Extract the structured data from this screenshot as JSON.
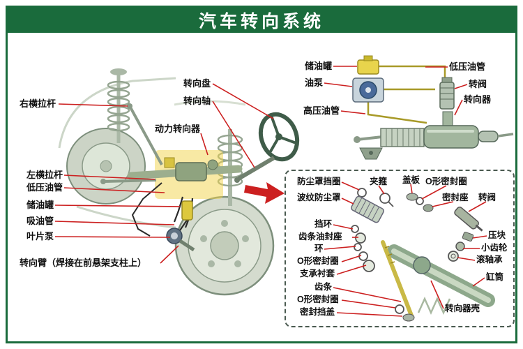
{
  "title": "汽车转向系统",
  "colors": {
    "frame_green": "#1a6b3c",
    "callout_red": "#cc2020",
    "highlight_yellow": "#f2d44a"
  },
  "labels": {
    "main": [
      {
        "id": "right-tie-rod",
        "text": "右横拉杆"
      },
      {
        "id": "steering-wheel",
        "text": "转向盘"
      },
      {
        "id": "steering-shaft",
        "text": "转向轴"
      },
      {
        "id": "power-steering-gear",
        "text": "动力转向器"
      },
      {
        "id": "left-tie-rod",
        "text": "左横拉杆"
      },
      {
        "id": "low-pressure-pipe",
        "text": "低压油管"
      },
      {
        "id": "oil-reservoir",
        "text": "储油罐"
      },
      {
        "id": "suction-pipe",
        "text": "吸油管"
      },
      {
        "id": "vane-pump",
        "text": "叶片泵"
      },
      {
        "id": "steering-arm",
        "text": "转向臂（焊接在前悬架支柱上）"
      }
    ],
    "hydraulic": [
      {
        "id": "reservoir",
        "text": "储油罐"
      },
      {
        "id": "oil-pump",
        "text": "油泵"
      },
      {
        "id": "high-pressure-pipe",
        "text": "高压油管"
      },
      {
        "id": "low-pressure-pipe",
        "text": "低压油管"
      },
      {
        "id": "rotary-valve",
        "text": "转阀"
      },
      {
        "id": "steering-gear",
        "text": "转向器"
      }
    ],
    "exploded": [
      {
        "id": "dust-cover-retaining-ring",
        "text": "防尘罩挡圈"
      },
      {
        "id": "clamp",
        "text": "夹箍"
      },
      {
        "id": "cover-plate",
        "text": "盖板"
      },
      {
        "id": "o-ring-top",
        "text": "O形密封圈"
      },
      {
        "id": "bellows-dust-boot",
        "text": "波纹防尘罩"
      },
      {
        "id": "seal-seat",
        "text": "密封座"
      },
      {
        "id": "rotary-valve-part",
        "text": "转阀"
      },
      {
        "id": "stop-ring",
        "text": "挡环"
      },
      {
        "id": "rack-oil-seal-seat",
        "text": "齿条油封座"
      },
      {
        "id": "ring",
        "text": "环"
      },
      {
        "id": "o-ring-middle",
        "text": "O形密封圈"
      },
      {
        "id": "support-bushing",
        "text": "支承衬套"
      },
      {
        "id": "pressure-block",
        "text": "压块"
      },
      {
        "id": "pinion",
        "text": "小齿轮"
      },
      {
        "id": "roller-bearing",
        "text": "滚轴承"
      },
      {
        "id": "rack",
        "text": "齿条"
      },
      {
        "id": "cylinder-tube",
        "text": "缸筒"
      },
      {
        "id": "o-ring-bottom",
        "text": "O形密封圈"
      },
      {
        "id": "seal-end-cap",
        "text": "密封挡盖"
      },
      {
        "id": "steering-gear-housing",
        "text": "转向器壳"
      }
    ]
  }
}
